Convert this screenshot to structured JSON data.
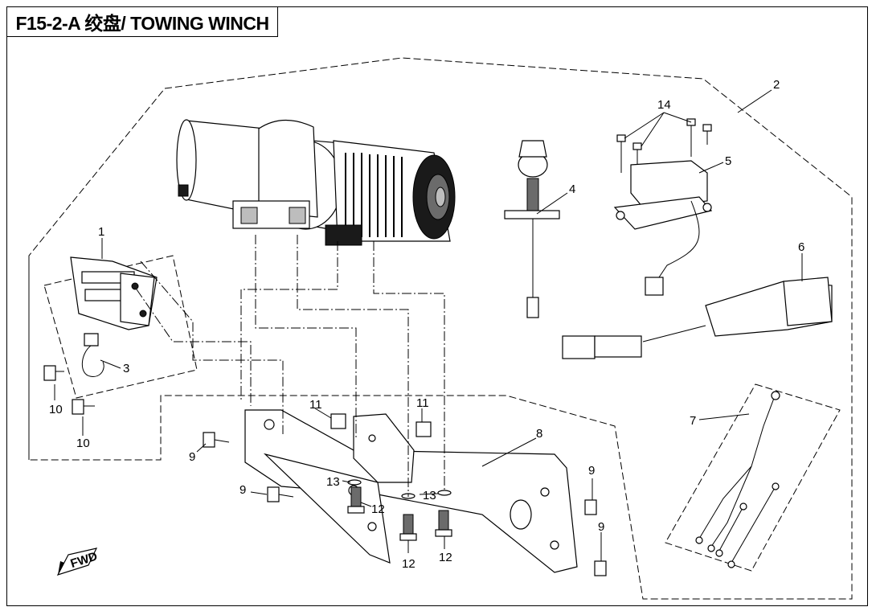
{
  "title": "F15-2-A 绞盘/ TOWING WINCH",
  "callouts": {
    "c1": "1",
    "c2": "2",
    "c3": "3",
    "c4": "4",
    "c5": "5",
    "c6": "6",
    "c7": "7",
    "c8": "8",
    "c9a": "9",
    "c9b": "9",
    "c9c": "9",
    "c9d": "9",
    "c10a": "10",
    "c10b": "10",
    "c11a": "11",
    "c11b": "11",
    "c12a": "12",
    "c12b": "12",
    "c12c": "12",
    "c13a": "13",
    "c13b": "13",
    "c14": "14"
  },
  "fwd_label": "FWD"
}
